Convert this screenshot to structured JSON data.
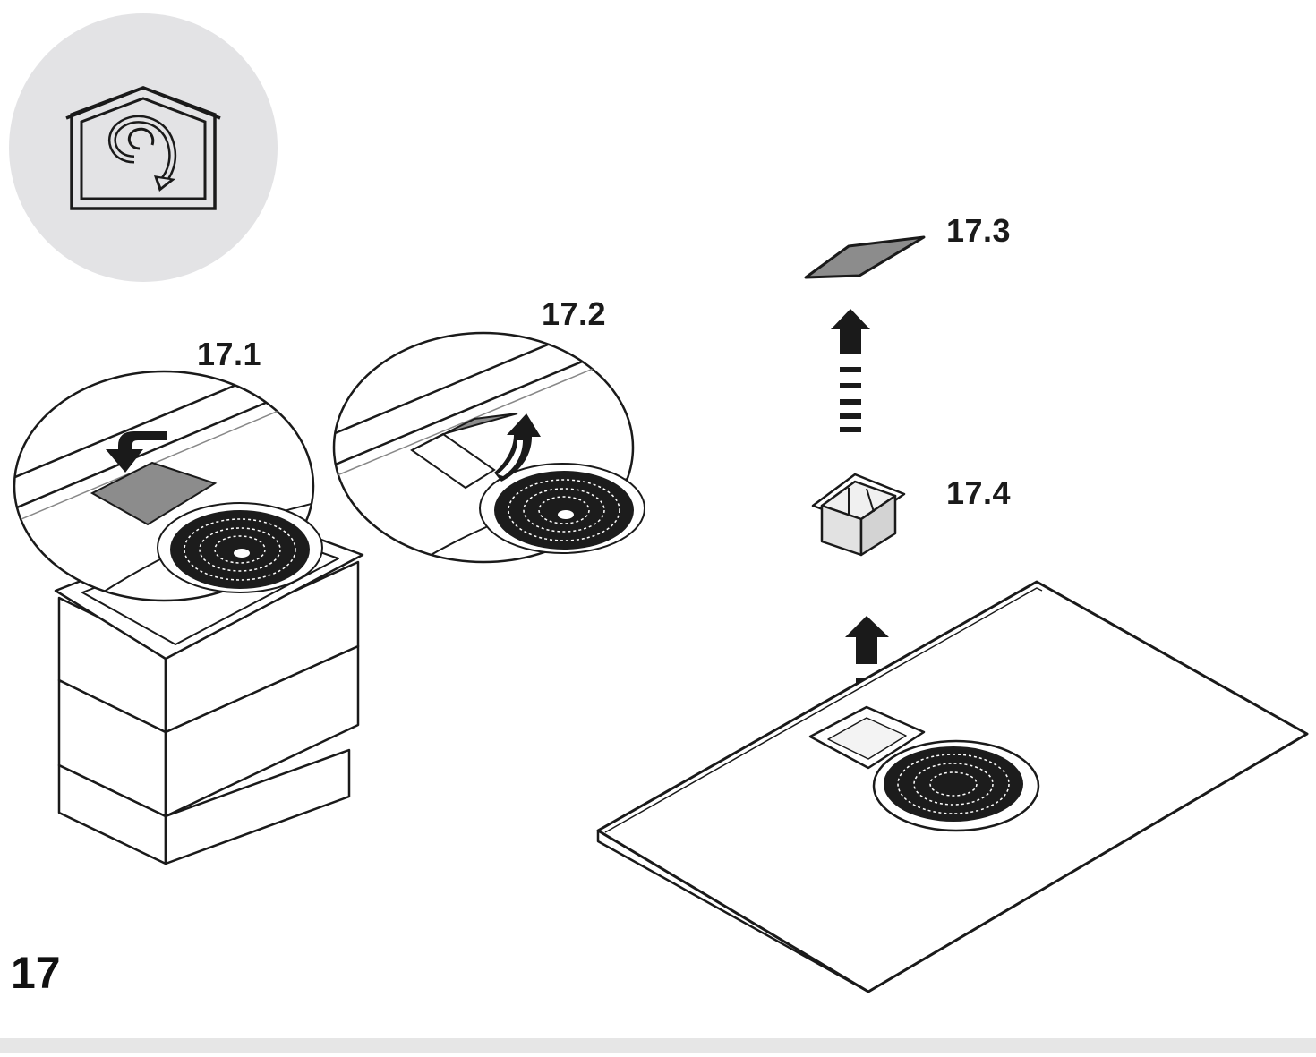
{
  "figure": {
    "number": "17"
  },
  "steps": [
    {
      "id": "17.1",
      "label": "17.1"
    },
    {
      "id": "17.2",
      "label": "17.2"
    },
    {
      "id": "17.3",
      "label": "17.3"
    },
    {
      "id": "17.4",
      "label": "17.4"
    }
  ],
  "icons": {
    "mode": "recirculation-house-icon"
  },
  "colors": {
    "line": "#1a1a1a",
    "icon_badge": "#e3e3e5",
    "cover_fill": "#8c8c8c",
    "fan_dark": "#1c1c1c",
    "surface": "#ffffff"
  }
}
